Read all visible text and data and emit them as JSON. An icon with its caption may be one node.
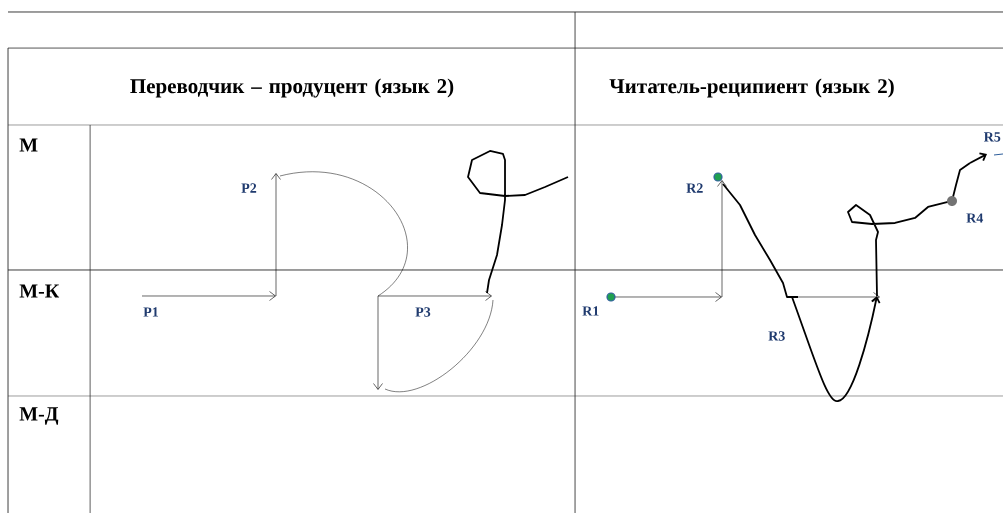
{
  "diagram": {
    "labels": [
      "Переводчик – продуцент (язык 2)",
      "Читатель-реципиент (язык 2)",
      "М",
      "R5",
      "P2",
      "R2",
      "R4",
      "М-К",
      "P1",
      "P3",
      "R1",
      "R3",
      "М-Д"
    ]
  }
}
